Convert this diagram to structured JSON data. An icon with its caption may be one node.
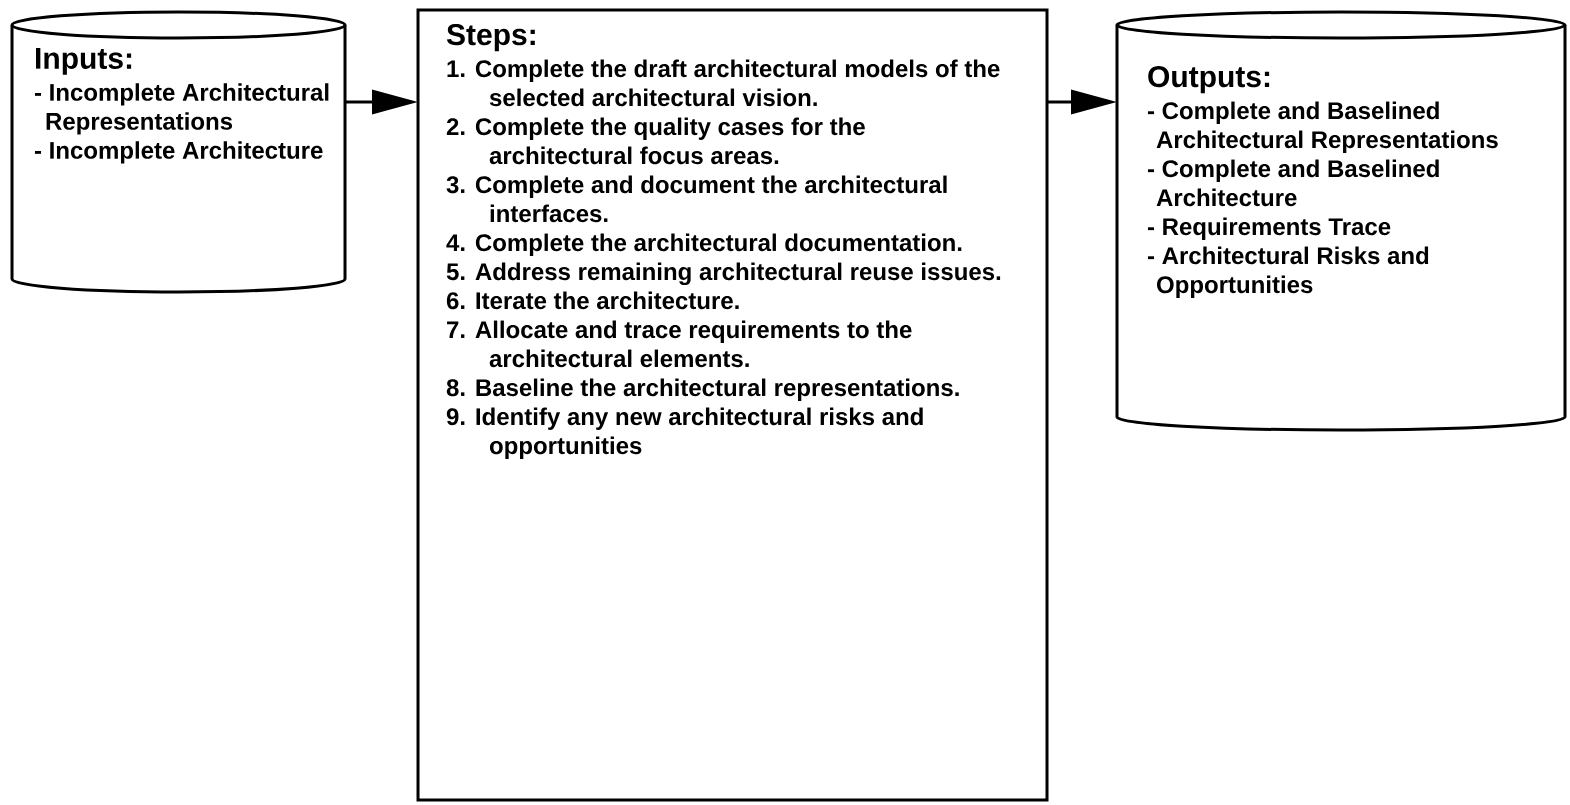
{
  "diagram": {
    "nodes": [
      {
        "text": [
          "Inputs:",
          "- Incomplete Architectural Representations",
          "- Incomplete Architecture"
        ]
      },
      {
        "text": [
          "Steps:",
          "1. Complete the draft architectural models of the selected architectural vision.",
          "2. Complete the quality cases for the architectural focus areas.",
          "3. Complete and document the architectural interfaces.",
          "4. Complete the architectural documentation.",
          "5. Address remaining architectural reuse issues.",
          "6. Iterate the architecture.",
          "7. Allocate and trace requirements to the architectural elements.",
          "8. Baseline the architectural representations.",
          "9. Identify any new architectural risks and opportunities"
        ]
      },
      {
        "text": [
          "Outputs:",
          "- Complete and Baselined Architectural Representations",
          "- Complete and Baselined Architecture",
          "- Requirements Trace",
          "- Architectural Risks and Opportunities"
        ]
      }
    ],
    "edges": [
      {
        "from": 0,
        "to": 1,
        "arrow": "to"
      },
      {
        "from": 1,
        "to": 2,
        "arrow": "to"
      }
    ]
  }
}
